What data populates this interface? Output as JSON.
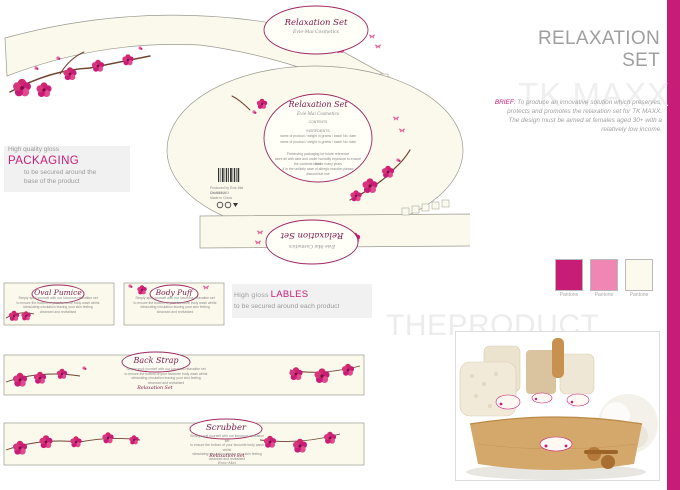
{
  "header": {
    "title_line1": "RELAXATION",
    "title_line2": "SET",
    "watermark": "TK MAXX",
    "brief_label": "BRIEF:",
    "brief_lines": [
      "To produce an innovative solution which preserves,",
      "protects and promotes the relaxation set for TK MAXX.",
      "The design must be aimed at females aged 30+ with a",
      "relatively low income."
    ]
  },
  "packaging_note": {
    "line1": "High quality gloss",
    "heading": "PACKAGING",
    "line2": "to be secured around the",
    "line3": "base of the product"
  },
  "labels_note": {
    "prefix": "High gloss",
    "heading": "LABLES",
    "line2": "to be secured around each product"
  },
  "product_heading": "THEPRODUCT",
  "box": {
    "title": "Relaxation Set",
    "subtitle": "Evie-Mai Cosmetics",
    "contents_heading": "CONTENTS",
    "ingredients_heading": "INGREDIENTS",
    "ingredient_lines": [
      "name of product / weight in grams / batch No. date",
      "name of product / weight in grams / batch No. date"
    ],
    "info_lines": [
      "Preserving packaging for future reference",
      "store all with care and under humidity exposure to ensure that",
      "the contents last for many years",
      "if in the unlikely case of allergic reaction please discontinue use"
    ],
    "producer_lines": [
      "Produced by Evie-Mai Cosmetics",
      "UK BS3 2XX",
      "Made in China"
    ]
  },
  "labels": [
    {
      "title": "Oval Pumice"
    },
    {
      "title": "Body Puff"
    },
    {
      "title": "Back Strap"
    },
    {
      "title": "Scrubber"
    }
  ],
  "label_body_lines": [
    "Simply spoil yourself with our luxurious relaxation set",
    "to ensure the bottom of your favourite body wash whilst",
    "stimulating circulation leaving your skin feeling",
    "cleansed and revitalised"
  ],
  "label_signature": "Relaxation Set",
  "label_signature_sub": "Evie-Mai",
  "swatches": [
    {
      "label": "Pantone",
      "color": "#c81d77"
    },
    {
      "label": "Pantone",
      "color": "#ef86b4"
    },
    {
      "label": "Pantone",
      "color": "#fbfaec"
    }
  ],
  "colors": {
    "accent": "#c81d77",
    "label_border": "#9c2862",
    "cream": "#fbf9ec"
  }
}
